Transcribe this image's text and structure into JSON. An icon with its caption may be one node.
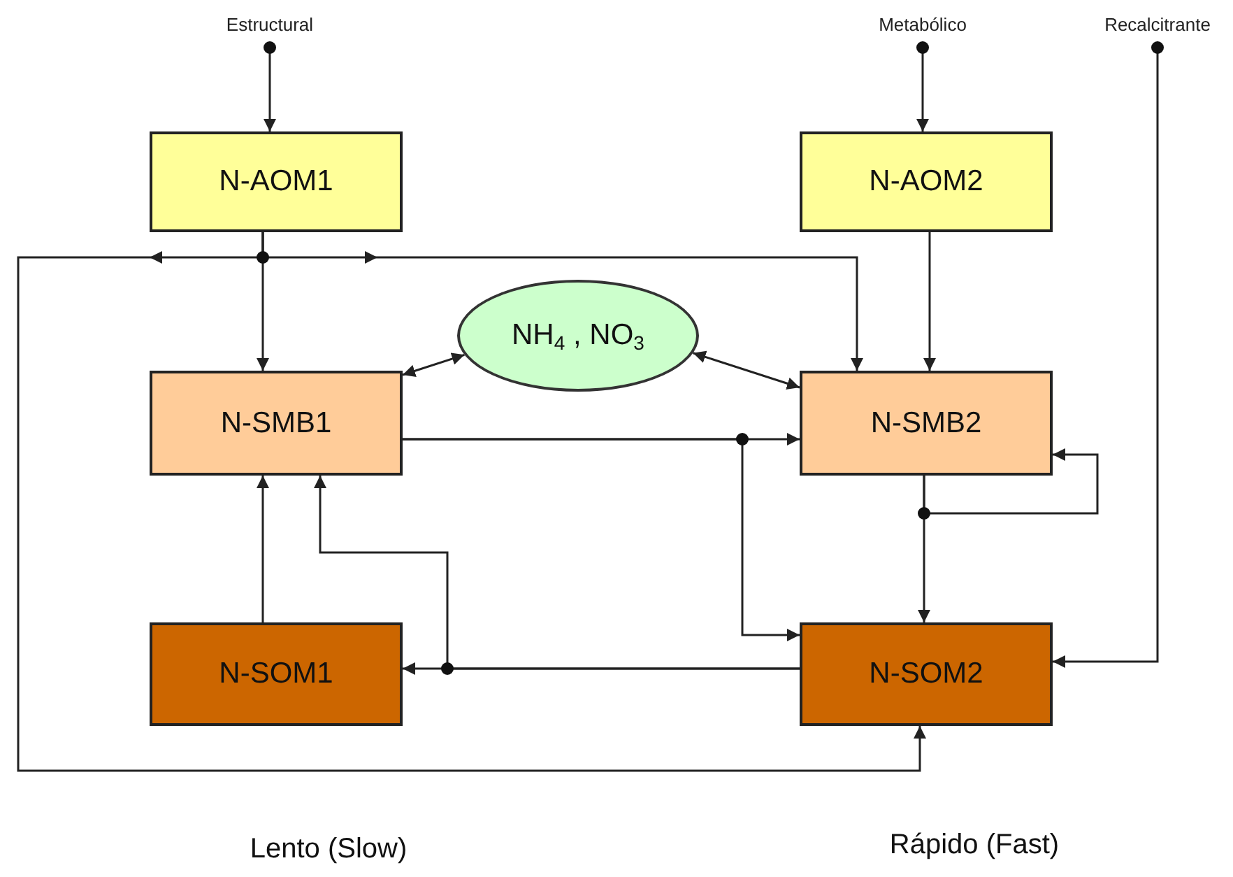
{
  "diagram": {
    "nodes": [
      {
        "text": [
          "Estructural"
        ]
      },
      {
        "text": [
          "Metabólico"
        ]
      },
      {
        "text": [
          "Recalcitrante"
        ]
      },
      {
        "text": [
          "N-AOM1"
        ]
      },
      {
        "text": [
          "N-AOM2"
        ]
      },
      {
        "text": [
          "NH$_{4}$ , NO$_{3}$"
        ]
      },
      {
        "text": [
          "N-SMB1"
        ]
      },
      {
        "text": [
          "N-SMB2"
        ]
      },
      {
        "text": [
          "N-SOM1"
        ]
      },
      {
        "text": [
          "N-SOM2"
        ]
      }
    ],
    "edges": [
      {
        "from": 0,
        "to": 3,
        "arrow": "to"
      },
      {
        "from": 1,
        "to": 4,
        "arrow": "to"
      },
      {
        "from": 2,
        "to": 9,
        "arrow": "to"
      },
      {
        "from": 3,
        "to": 6,
        "arrow": "to"
      },
      {
        "from": 3,
        "to": 7,
        "arrow": "to"
      },
      {
        "from": 3,
        "to": 9,
        "arrow": "to"
      },
      {
        "from": 4,
        "to": 7,
        "arrow": "to"
      },
      {
        "from": 5,
        "to": 6,
        "arrow": "both"
      },
      {
        "from": 5,
        "to": 7,
        "arrow": "both"
      },
      {
        "from": 6,
        "to": 7,
        "arrow": "to"
      },
      {
        "from": 6,
        "to": 9,
        "arrow": "to"
      },
      {
        "from": 7,
        "to": 9,
        "arrow": "to"
      },
      {
        "from": 7,
        "to": 7,
        "arrow": "to"
      },
      {
        "from": 9,
        "to": 8,
        "arrow": "to"
      },
      {
        "from": 9,
        "to": 6,
        "arrow": "to"
      },
      {
        "from": 8,
        "to": 6,
        "arrow": "to"
      }
    ],
    "labels": [
      "Lento (Slow)",
      "Rápido (Fast)"
    ]
  }
}
